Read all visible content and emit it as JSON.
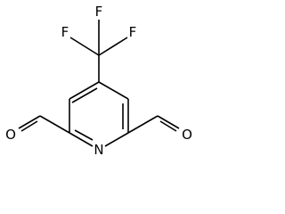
{
  "molecule": {
    "atoms": {
      "F_top": "F",
      "F_left": "F",
      "F_right": "F",
      "N_ring": "N",
      "O_left": "O",
      "O_right": "O"
    }
  }
}
